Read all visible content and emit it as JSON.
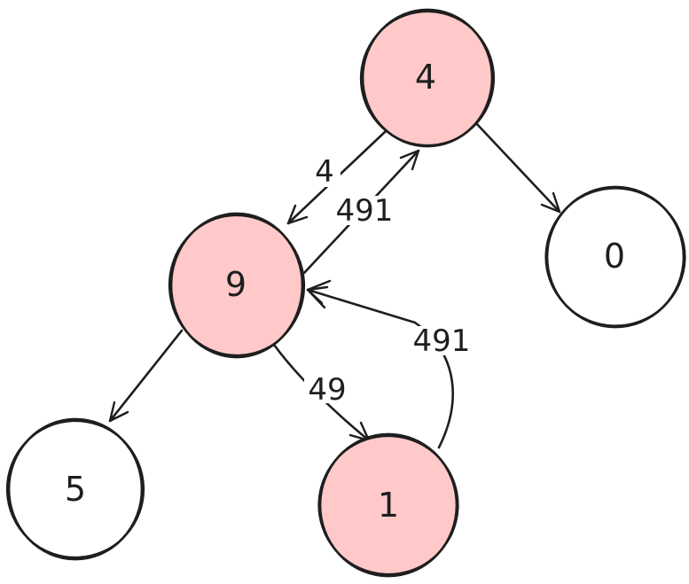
{
  "diagram": {
    "type": "hand-drawn-directed-graph",
    "colors": {
      "canvas_bg": "#ffffff",
      "stroke": "#1e1e1e",
      "pink_fill": "#ffc9c9",
      "white_fill": "#ffffff"
    },
    "nodes": [
      {
        "id": "4",
        "label": "4",
        "fill": "pink"
      },
      {
        "id": "9",
        "label": "9",
        "fill": "pink"
      },
      {
        "id": "0",
        "label": "0",
        "fill": "white"
      },
      {
        "id": "5",
        "label": "5",
        "fill": "white"
      },
      {
        "id": "1",
        "label": "1",
        "fill": "pink"
      }
    ],
    "edges": [
      {
        "from": "4",
        "to": "9",
        "label": "4"
      },
      {
        "from": "9",
        "to": "4",
        "label": "491"
      },
      {
        "from": "4",
        "to": "0"
      },
      {
        "from": "9",
        "to": "5"
      },
      {
        "from": "9",
        "to": "1",
        "label": "49"
      },
      {
        "from": "1",
        "to": "9",
        "label": "491"
      }
    ]
  }
}
